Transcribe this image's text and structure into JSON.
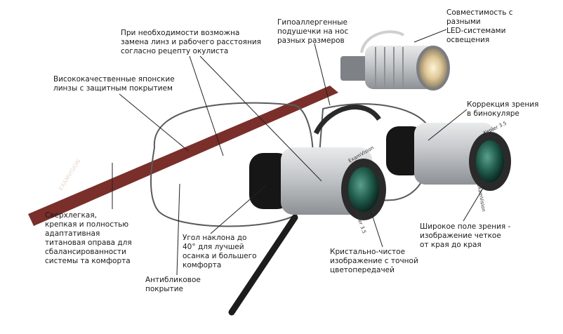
{
  "callouts": {
    "lens_replace": "При необходимости возможна\nзамена линз и рабочего расстояния\nсогласно рецепту окулиста",
    "japanese_lenses": "Висококачественные японские\nлинзы с защитным покрытием",
    "nose_pads": "Гипоаллергенные\nподушечки на нос\nразных размеров",
    "led_compat": "Совместимость с\nразными\nLED-системами\nосвещения",
    "vision_correction": "Коррекция зрения\nв бинокуляре",
    "frame": "Сверхлегкая,\nкрепкая и полностью\nадаптативная\nтитановая оправа для\nсбалансированности\nсистемы та комфорта",
    "tilt_angle": "Угол наклона до\n40° для лучшей\nосанка и большего\nкомфорта",
    "antiglare": "Антибликовое\nпокрытие",
    "crystal_image": "Кристально-чистое\nизображение с точной\nцветопередачей",
    "wide_field": "Широкое поле зрения -\nизображение четкое\nот края до края"
  },
  "product_markings": {
    "temple_brand": "EXAMVISION",
    "loupe_brand": "ExamVision",
    "loupe_model": "Kepler 3.5"
  },
  "colors": {
    "frame_temple": "#7a2f2a",
    "metal_body": "#b9bcbf",
    "lens_green": "#1f5a4a",
    "black_ring": "#161616",
    "leader_line": "#222222"
  }
}
